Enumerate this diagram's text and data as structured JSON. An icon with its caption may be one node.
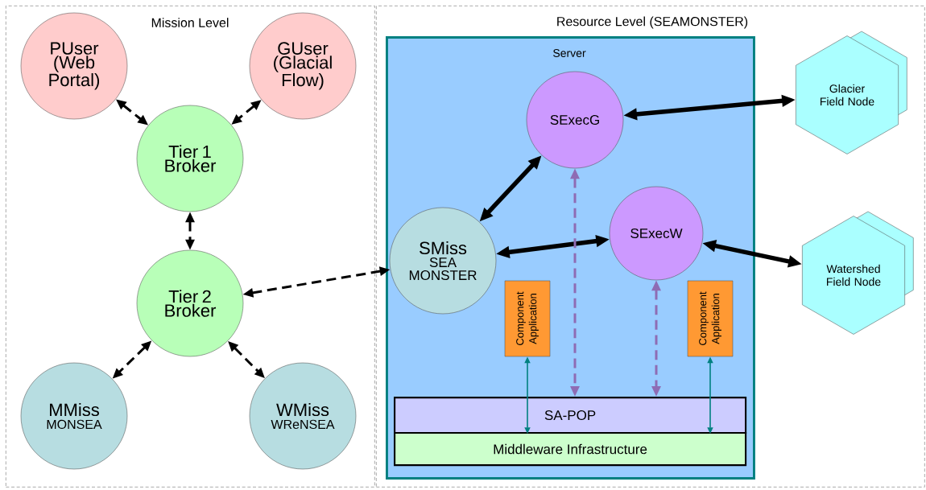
{
  "diagram": {
    "nodes": [
      {
        "text": [
          "Mission Level"
        ]
      },
      {
        "text": [
          "PUser (Web Portal)"
        ],
        "in": 0
      },
      {
        "text": [
          "GUser (Glacial Flow)"
        ],
        "in": 0
      },
      {
        "text": [
          "Tier 1 Broker"
        ],
        "in": 0
      },
      {
        "text": [
          "Tier 2 Broker"
        ],
        "in": 0
      },
      {
        "text": [
          "MMiss",
          "MONSEA"
        ],
        "in": 0
      },
      {
        "text": [
          "WMiss",
          "WReNSEA"
        ],
        "in": 0
      },
      {
        "text": [
          "Resource Level (SEAMONSTER)"
        ]
      },
      {
        "text": [
          "Server"
        ],
        "in": 7
      },
      {
        "text": [
          "SExecG"
        ],
        "in": 8
      },
      {
        "text": [
          "SExecW"
        ],
        "in": 8
      },
      {
        "text": [
          "SMiss",
          "SEA MONSTER"
        ],
        "in": 8
      },
      {
        "text": [
          "Component Application"
        ],
        "in": 8
      },
      {
        "text": [
          "Component Application"
        ],
        "in": 8
      },
      {
        "text": [
          "SA-POP"
        ],
        "in": 8
      },
      {
        "text": [
          "Middleware Infrastructure"
        ],
        "in": 8
      },
      {
        "text": [
          "Glacier Field Node"
        ],
        "in": 7
      },
      {
        "text": [
          "Watershed Field Node"
        ],
        "in": 7
      }
    ],
    "edges": [
      {
        "from": 1,
        "to": 3,
        "arrow": "both",
        "style": "dashed"
      },
      {
        "from": 2,
        "to": 3,
        "arrow": "both",
        "style": "dashed"
      },
      {
        "from": 3,
        "to": 4,
        "arrow": "both",
        "style": "dashed"
      },
      {
        "from": 4,
        "to": 5,
        "arrow": "both",
        "style": "dashed"
      },
      {
        "from": 4,
        "to": 6,
        "arrow": "both",
        "style": "dashed"
      },
      {
        "from": 4,
        "to": 11,
        "arrow": "both",
        "style": "dashed"
      },
      {
        "from": 11,
        "to": 9,
        "arrow": "both",
        "style": "thick"
      },
      {
        "from": 11,
        "to": 10,
        "arrow": "both",
        "style": "thick"
      },
      {
        "from": 9,
        "to": 16,
        "arrow": "both",
        "style": "thick"
      },
      {
        "from": 10,
        "to": 17,
        "arrow": "both",
        "style": "thick"
      },
      {
        "from": 9,
        "to": 14,
        "arrow": "both",
        "style": "dashed",
        "color": "#8e6cb4"
      },
      {
        "from": 10,
        "to": 14,
        "arrow": "both",
        "style": "dashed",
        "color": "#8e6cb4"
      },
      {
        "from": 12,
        "to": 14,
        "arrow": "both",
        "color": "#008080"
      },
      {
        "from": 13,
        "to": 14,
        "arrow": "both",
        "color": "#008080"
      }
    ]
  }
}
